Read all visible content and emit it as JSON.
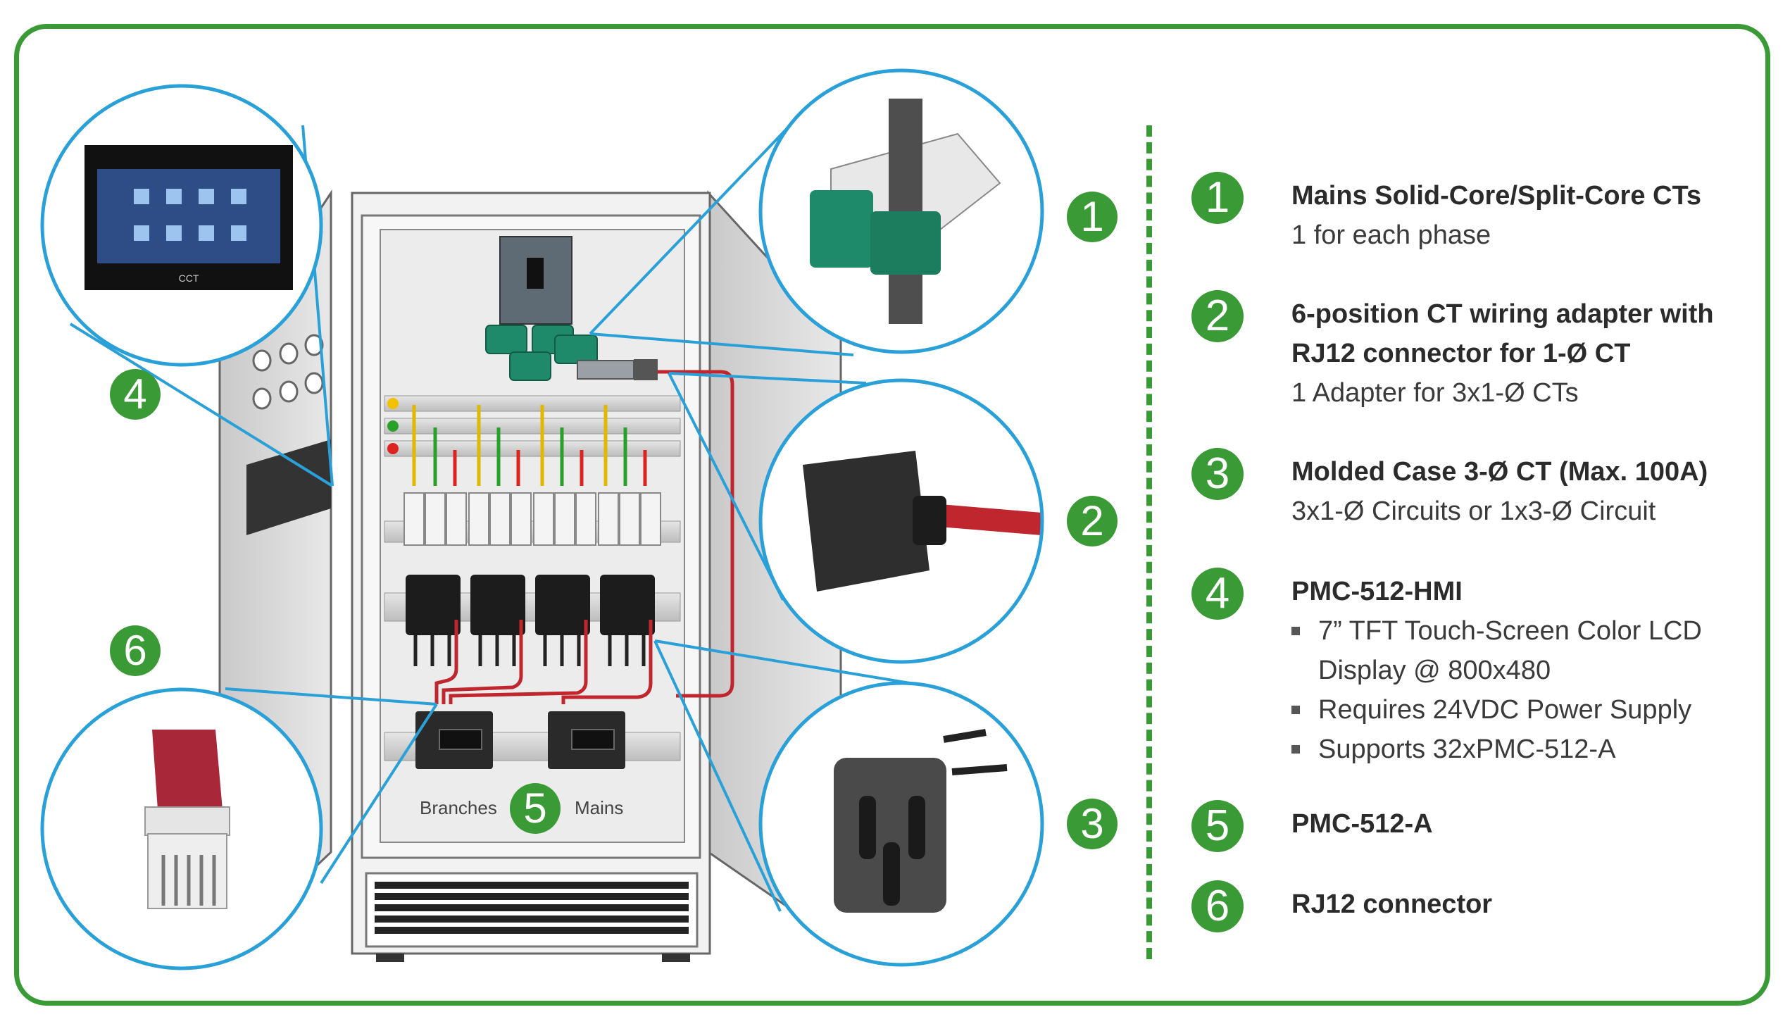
{
  "colors": {
    "frame": "#3a9a35",
    "callout_circle": "#2aa0d8",
    "ct_green": "#1f8a6a",
    "wire_red": "#c0262d",
    "cabinet": "#e9e9e9"
  },
  "diagram": {
    "labels": {
      "branches": "Branches",
      "mains": "Mains"
    },
    "badges": {
      "b1": "1",
      "b2": "2",
      "b3": "3",
      "b4": "4",
      "b5": "5",
      "b6": "6"
    },
    "hmi_brand": "CCT"
  },
  "legend": {
    "items": [
      {
        "num": "1",
        "title": "Mains Solid-Core/Split-Core CTs",
        "lines": [
          "1 for each phase"
        ]
      },
      {
        "num": "2",
        "title": "6-position CT wiring adapter with RJ12 connector for 1-Ø CT",
        "lines": [
          "1 Adapter for 3x1-Ø CTs"
        ]
      },
      {
        "num": "3",
        "title": "Molded Case 3-Ø CT (Max. 100A)",
        "lines": [
          "3x1-Ø Circuits or 1x3-Ø Circuit"
        ]
      },
      {
        "num": "4",
        "title": "PMC-512-HMI",
        "bullets": [
          "7” TFT Touch-Screen Color LCD Display @ 800x480",
          "Requires 24VDC Power Supply",
          "Supports 32xPMC-512-A"
        ]
      },
      {
        "num": "5",
        "title": "PMC-512-A"
      },
      {
        "num": "6",
        "title": "RJ12 connector"
      }
    ]
  }
}
